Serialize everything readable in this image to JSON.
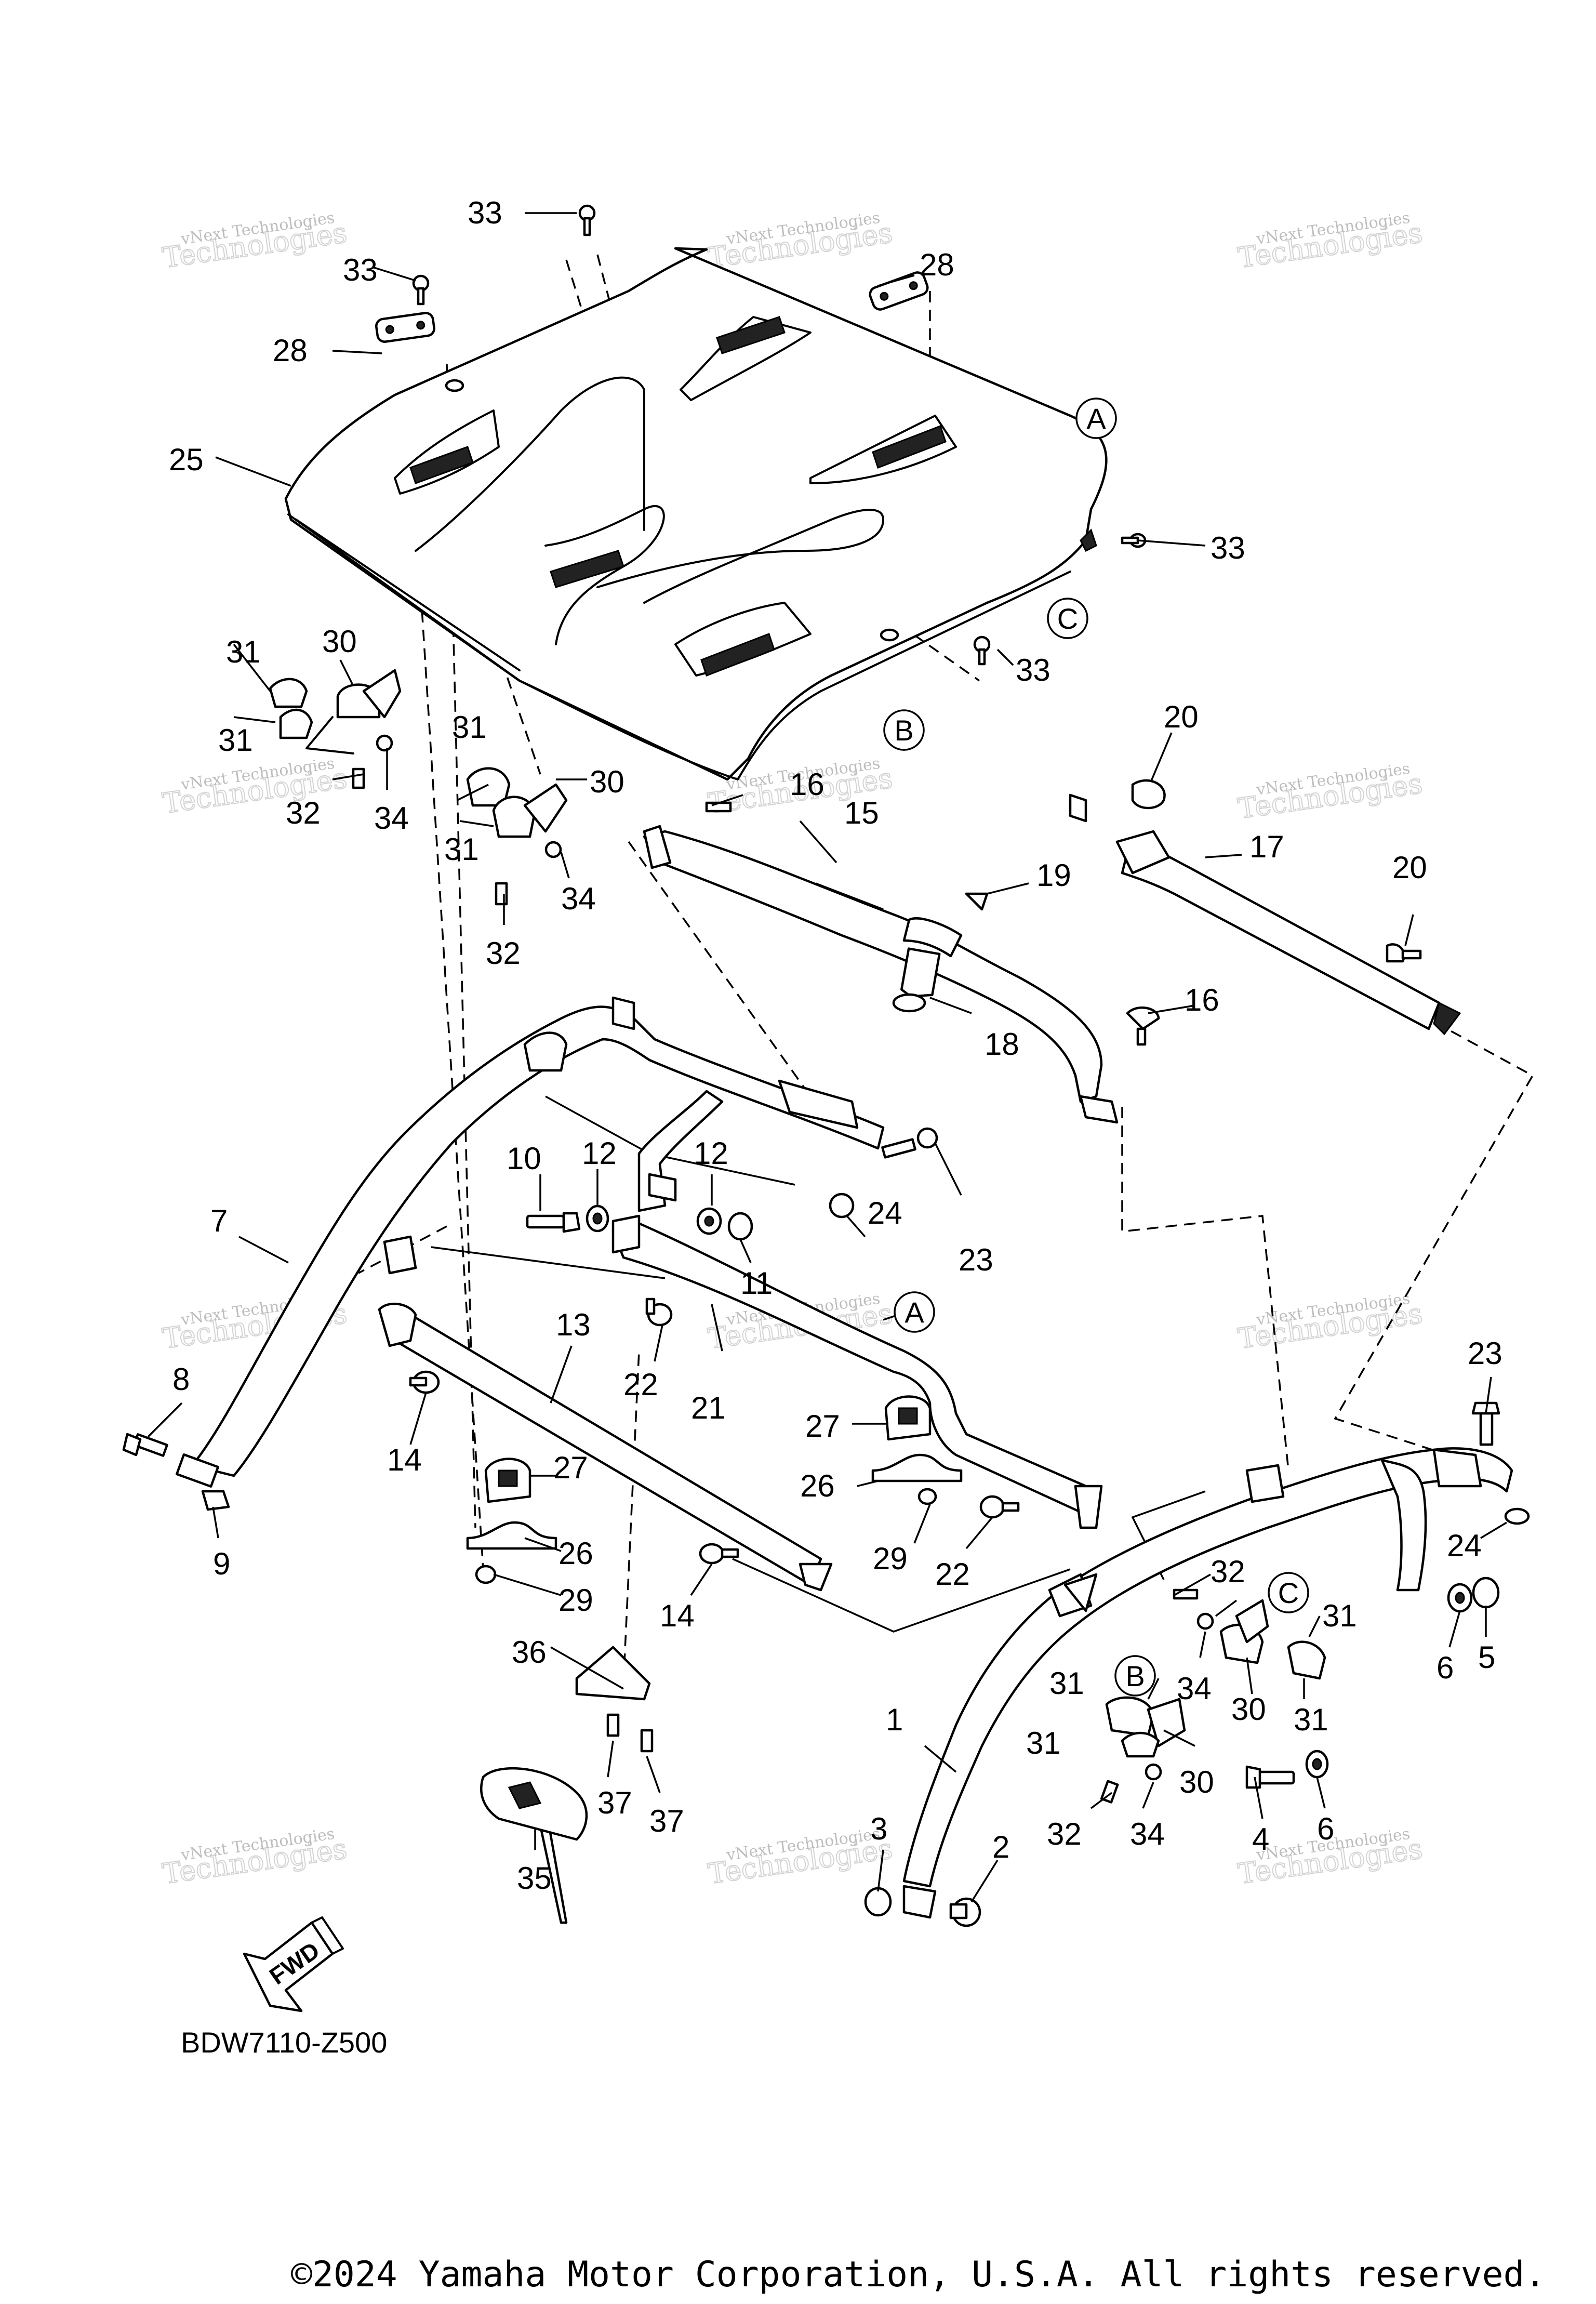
{
  "diagram": {
    "code": "BDW7110-Z500",
    "copyright": "©2024 Yamaha Motor Corporation, U.S.A. All rights reserved.",
    "fwd_label": "FWD",
    "watermark_lines": [
      "vNext Technologies",
      "Technologies"
    ],
    "callouts": [
      {
        "id": "c1",
        "label": "1"
      },
      {
        "id": "c2",
        "label": "2"
      },
      {
        "id": "c3",
        "label": "3"
      },
      {
        "id": "c4",
        "label": "4"
      },
      {
        "id": "c5",
        "label": "5"
      },
      {
        "id": "c6a",
        "label": "6"
      },
      {
        "id": "c6b",
        "label": "6"
      },
      {
        "id": "c7",
        "label": "7"
      },
      {
        "id": "c8",
        "label": "8"
      },
      {
        "id": "c9",
        "label": "9"
      },
      {
        "id": "c10",
        "label": "10"
      },
      {
        "id": "c11",
        "label": "11"
      },
      {
        "id": "c12a",
        "label": "12"
      },
      {
        "id": "c12b",
        "label": "12"
      },
      {
        "id": "c13",
        "label": "13"
      },
      {
        "id": "c14a",
        "label": "14"
      },
      {
        "id": "c14b",
        "label": "14"
      },
      {
        "id": "c15",
        "label": "15"
      },
      {
        "id": "c16a",
        "label": "16"
      },
      {
        "id": "c16b",
        "label": "16"
      },
      {
        "id": "c17",
        "label": "17"
      },
      {
        "id": "c18",
        "label": "18"
      },
      {
        "id": "c19",
        "label": "19"
      },
      {
        "id": "c20a",
        "label": "20"
      },
      {
        "id": "c20b",
        "label": "20"
      },
      {
        "id": "c21",
        "label": "21"
      },
      {
        "id": "c22a",
        "label": "22"
      },
      {
        "id": "c22b",
        "label": "22"
      },
      {
        "id": "c23a",
        "label": "23"
      },
      {
        "id": "c23b",
        "label": "23"
      },
      {
        "id": "c24a",
        "label": "24"
      },
      {
        "id": "c24b",
        "label": "24"
      },
      {
        "id": "c25",
        "label": "25"
      },
      {
        "id": "c26a",
        "label": "26"
      },
      {
        "id": "c26b",
        "label": "26"
      },
      {
        "id": "c27a",
        "label": "27"
      },
      {
        "id": "c27b",
        "label": "27"
      },
      {
        "id": "c28a",
        "label": "28"
      },
      {
        "id": "c28b",
        "label": "28"
      },
      {
        "id": "c29a",
        "label": "29"
      },
      {
        "id": "c29b",
        "label": "29"
      },
      {
        "id": "c30a",
        "label": "30"
      },
      {
        "id": "c30b",
        "label": "30"
      },
      {
        "id": "c30c",
        "label": "30"
      },
      {
        "id": "c30d",
        "label": "30"
      },
      {
        "id": "c31a",
        "label": "31"
      },
      {
        "id": "c31b",
        "label": "31"
      },
      {
        "id": "c31c",
        "label": "31"
      },
      {
        "id": "c31d",
        "label": "31"
      },
      {
        "id": "c31e",
        "label": "31"
      },
      {
        "id": "c31f",
        "label": "31"
      },
      {
        "id": "c31g",
        "label": "31"
      },
      {
        "id": "c31h",
        "label": "31"
      },
      {
        "id": "c32a",
        "label": "32"
      },
      {
        "id": "c32b",
        "label": "32"
      },
      {
        "id": "c32c",
        "label": "32"
      },
      {
        "id": "c32d",
        "label": "32"
      },
      {
        "id": "c33a",
        "label": "33"
      },
      {
        "id": "c33b",
        "label": "33"
      },
      {
        "id": "c33c",
        "label": "33"
      },
      {
        "id": "c33d",
        "label": "33"
      },
      {
        "id": "c34a",
        "label": "34"
      },
      {
        "id": "c34b",
        "label": "34"
      },
      {
        "id": "c34c",
        "label": "34"
      },
      {
        "id": "c34d",
        "label": "34"
      },
      {
        "id": "c35",
        "label": "35"
      },
      {
        "id": "c36",
        "label": "36"
      },
      {
        "id": "c37a",
        "label": "37"
      },
      {
        "id": "c37b",
        "label": "37"
      }
    ],
    "refs": [
      {
        "id": "rA1",
        "label": "A"
      },
      {
        "id": "rA2",
        "label": "A"
      },
      {
        "id": "rB1",
        "label": "B"
      },
      {
        "id": "rB2",
        "label": "B"
      },
      {
        "id": "rC1",
        "label": "C"
      },
      {
        "id": "rC2",
        "label": "C"
      }
    ]
  }
}
